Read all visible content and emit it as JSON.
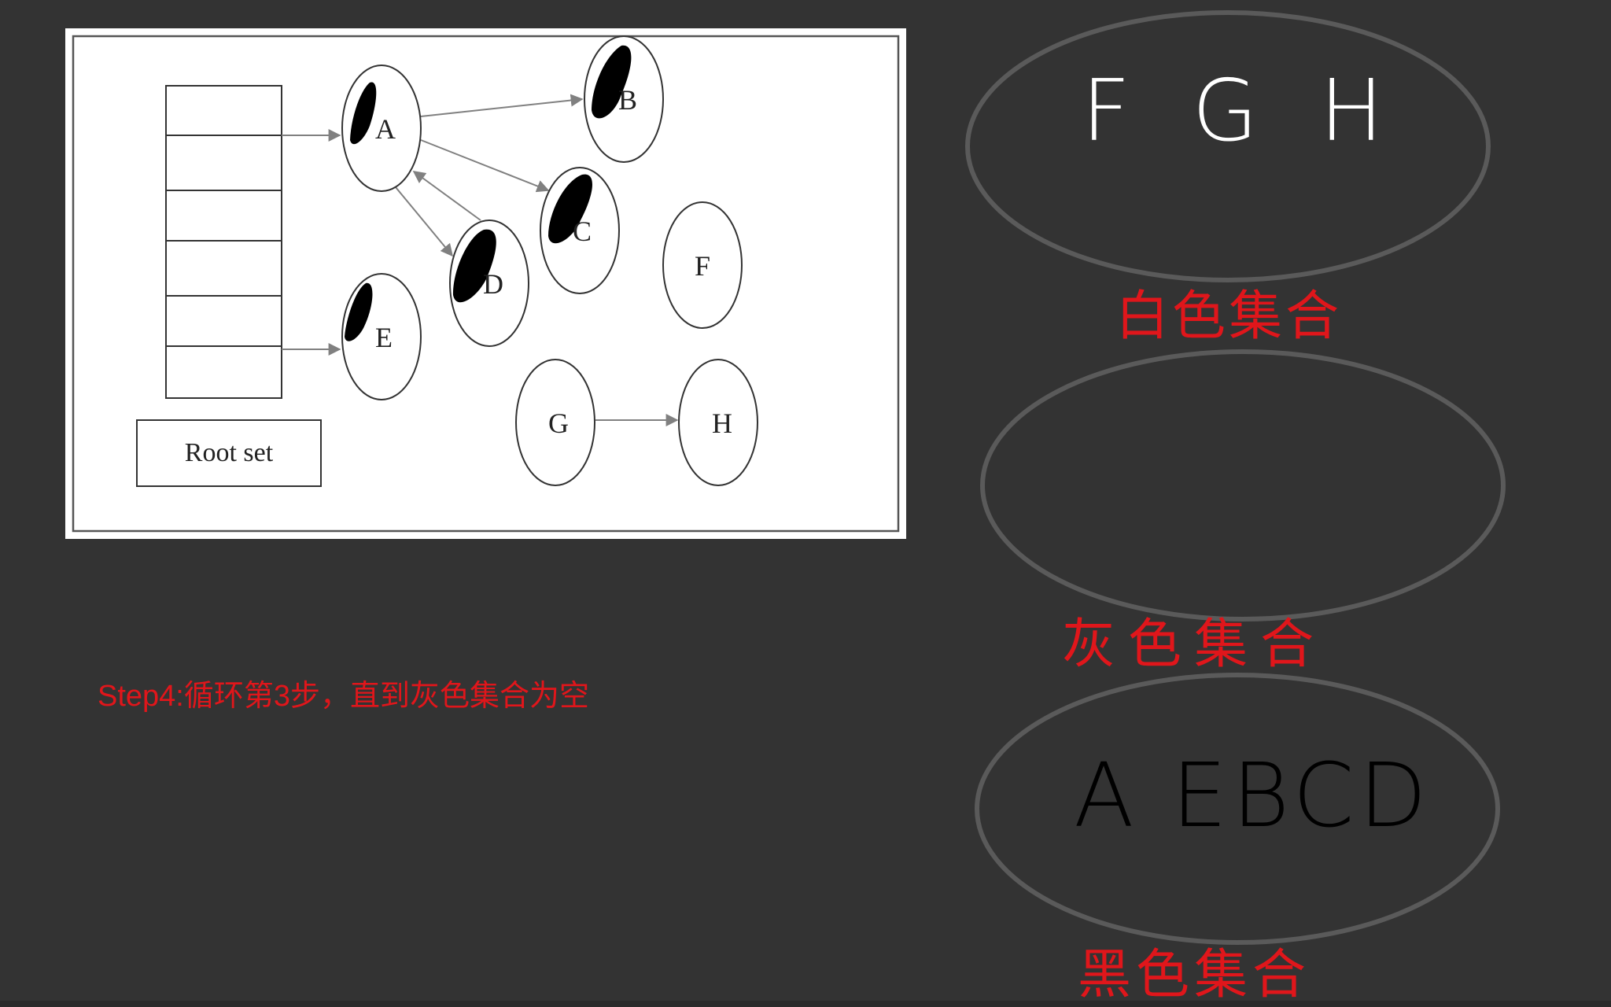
{
  "diagram": {
    "root_set_label": "Root set",
    "nodes": {
      "A": "A",
      "B": "B",
      "C": "C",
      "D": "D",
      "E": "E",
      "F": "F",
      "G": "G",
      "H": "H"
    }
  },
  "step_text": "Step4:循环第3步，直到灰色集合为空",
  "sets": {
    "white": {
      "label": "白色集合",
      "contents": "F G H"
    },
    "gray": {
      "label": "灰色集合",
      "contents": ""
    },
    "black": {
      "label": "黑色集合",
      "contents": "A EBCD"
    }
  },
  "colors": {
    "background": "#333333",
    "annotation_red": "#e0161b",
    "ellipse_stroke": "#5a5a5a",
    "handwriting_white": "#ffffff",
    "handwriting_black": "#000000"
  }
}
